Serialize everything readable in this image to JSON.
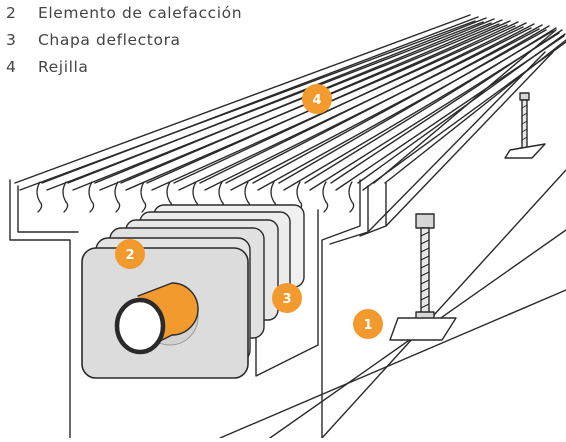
{
  "legend": {
    "items": [
      {
        "number": "2",
        "label": "Elemento de calefacción"
      },
      {
        "number": "3",
        "label": "Chapa deflectora"
      },
      {
        "number": "4",
        "label": "Rejilla"
      }
    ]
  },
  "callouts": [
    {
      "number": "1",
      "target": "housing"
    },
    {
      "number": "2",
      "target": "heating-element"
    },
    {
      "number": "3",
      "target": "deflector-plate"
    },
    {
      "number": "4",
      "target": "grille"
    }
  ],
  "colors": {
    "callout": "#f29a2e",
    "line": "#2a2a2a",
    "element_face": "#dcdcdc",
    "pipe": "#f29a2e"
  }
}
